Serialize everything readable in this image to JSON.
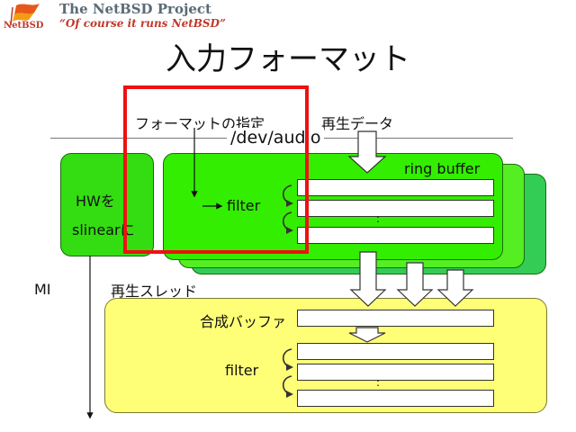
{
  "header": {
    "brand": "The NetBSD Project",
    "slogan": "“Of course it runs NetBSD”",
    "logo_text": "NetBSD"
  },
  "title": "入力フォーマット",
  "labels": {
    "format_spec": "フォーマットの指定",
    "playback_data": "再生データ",
    "dev_audio": "/dev/audio",
    "ring_buffer": "ring buffer",
    "hw_line1": "HWを",
    "hw_line2": "slinearに",
    "filter_top": "filter",
    "mi": "MI",
    "playback_thread": "再生スレッド",
    "mix_buffer": "合成バッファ",
    "filter_bottom": "filter",
    "ellipsis_top": ":",
    "ellipsis_bottom": ":"
  },
  "colors": {
    "green_front": "#33ee00",
    "green_back": "#33cc55",
    "yellow": "#ffff77",
    "highlight": "#ee1111"
  }
}
